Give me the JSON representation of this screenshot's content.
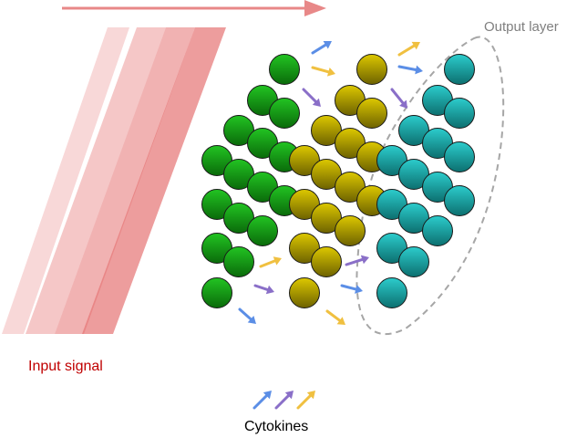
{
  "labels": {
    "input_signal": "Input signal",
    "output_layer": "Output layer",
    "cytokines": "Cytokines"
  },
  "colors": {
    "signal": "#e57373",
    "green_cell": "#1aa31a",
    "yellow_cell": "#c8b400",
    "cyan_cell": "#1fb5b5",
    "arrow_blue": "#5b8ee6",
    "arrow_purple": "#8a6fc8",
    "arrow_yellow": "#f0c040",
    "input_label": "#c00000",
    "output_label": "#7f7f7f"
  }
}
